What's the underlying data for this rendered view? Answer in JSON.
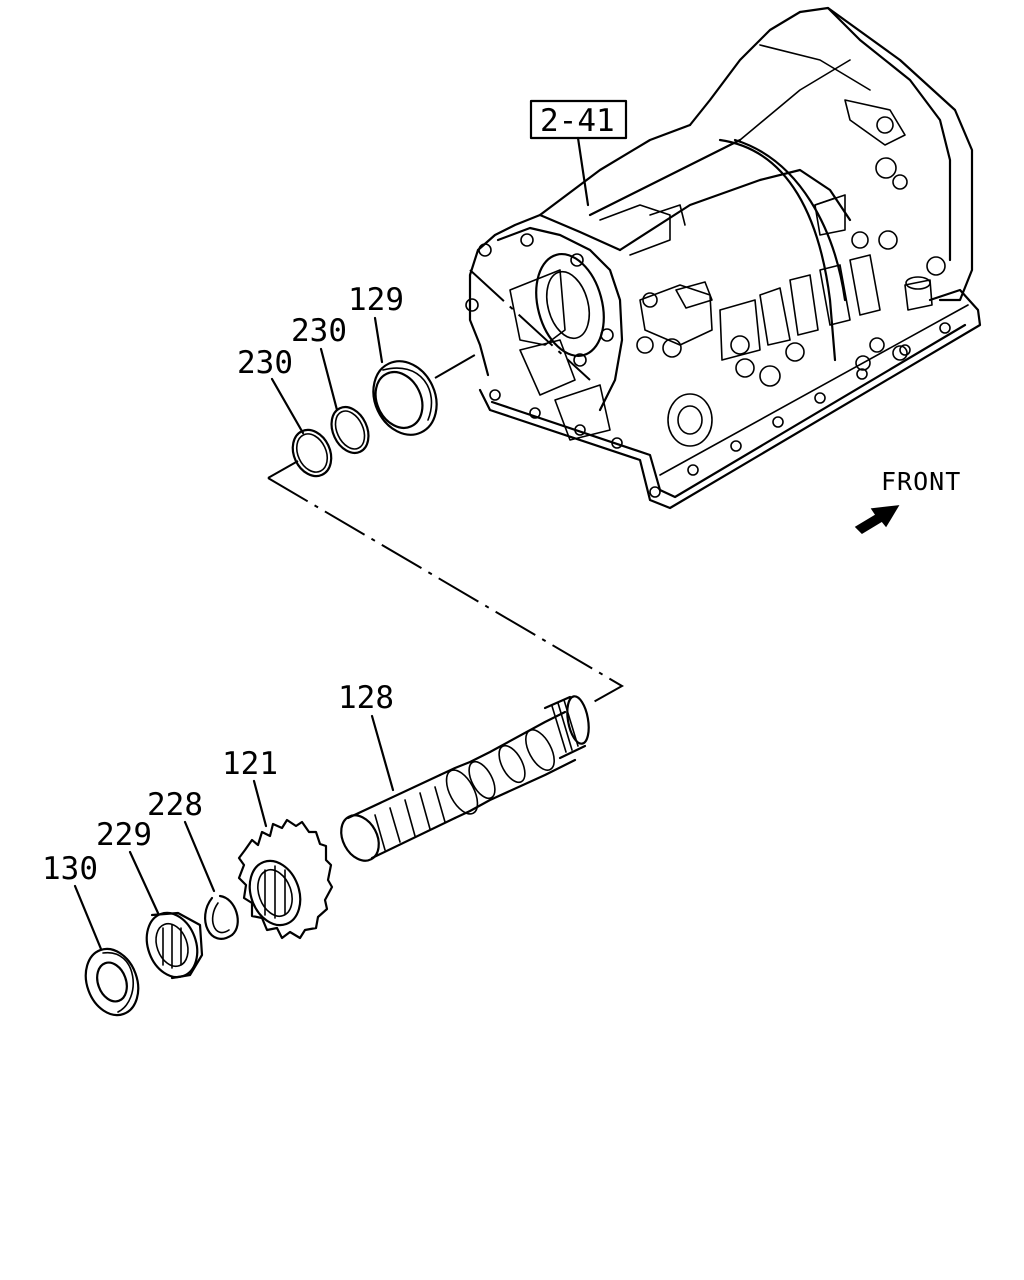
{
  "reference_box": "2-41",
  "direction_label": "FRONT",
  "labels": {
    "p129": "129",
    "p230a": "230",
    "p230b": "230",
    "p128": "128",
    "p121": "121",
    "p228": "228",
    "p229": "229",
    "p130": "130"
  },
  "icons": {
    "direction": "front-arrow-icon"
  }
}
